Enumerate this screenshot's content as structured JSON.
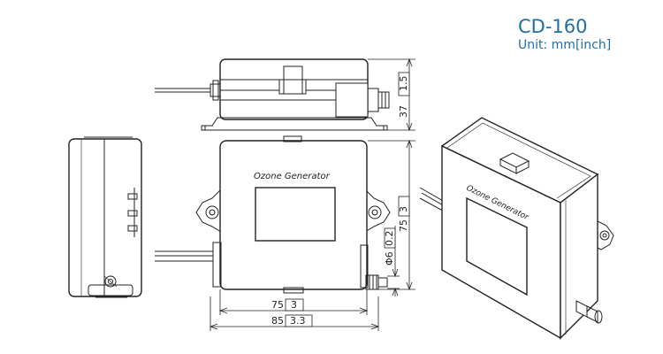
{
  "title": {
    "model": "CD-160",
    "unit": "Unit: mm[inch]"
  },
  "labels": {
    "product": "Ozone Generator"
  },
  "dimensions": {
    "height_mm": "37",
    "height_in": "1.5",
    "depth_mm": "75",
    "depth_in": "3",
    "port_mm": "Φ6",
    "port_in": "0.2",
    "body_width_mm": "75",
    "body_width_in": "3",
    "overall_width_mm": "85",
    "overall_width_in": "3.3"
  },
  "colors": {
    "title": "#1e6fa5",
    "line": "#222222"
  }
}
